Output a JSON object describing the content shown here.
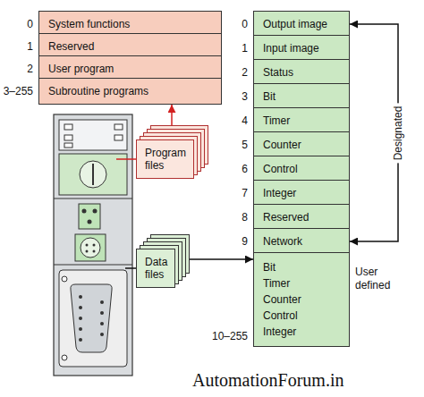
{
  "diagram": {
    "nodes": [
      {
        "text": [
          "0",
          "System functions"
        ]
      },
      {
        "text": [
          "1",
          "Reserved"
        ]
      },
      {
        "text": [
          "2",
          "User program"
        ]
      },
      {
        "text": [
          "3–255",
          "Subroutine programs"
        ]
      },
      {
        "text": [
          "0",
          "Output image"
        ]
      },
      {
        "text": [
          "1",
          "Input image"
        ]
      },
      {
        "text": [
          "2",
          "Status"
        ]
      },
      {
        "text": [
          "3",
          "Bit"
        ]
      },
      {
        "text": [
          "4",
          "Timer"
        ]
      },
      {
        "text": [
          "5",
          "Counter"
        ]
      },
      {
        "text": [
          "6",
          "Control"
        ]
      },
      {
        "text": [
          "7",
          "Integer"
        ]
      },
      {
        "text": [
          "8",
          "Reserved"
        ]
      },
      {
        "text": [
          "9",
          "Network"
        ]
      },
      {
        "text": [
          "10–255",
          "Bit Timer Counter Control Integer",
          "User defined"
        ]
      },
      {
        "text": [
          "Program files"
        ]
      },
      {
        "text": [
          "Data files"
        ]
      }
    ],
    "edges": [
      {
        "from": 15,
        "to": 3,
        "arrow": "to"
      },
      {
        "from": 16,
        "to": 14,
        "arrow": "to"
      },
      {
        "from": 4,
        "to": 13,
        "arrow": "both",
        "label": "Designated"
      }
    ],
    "labels": [
      "AutomationForum.in"
    ]
  }
}
